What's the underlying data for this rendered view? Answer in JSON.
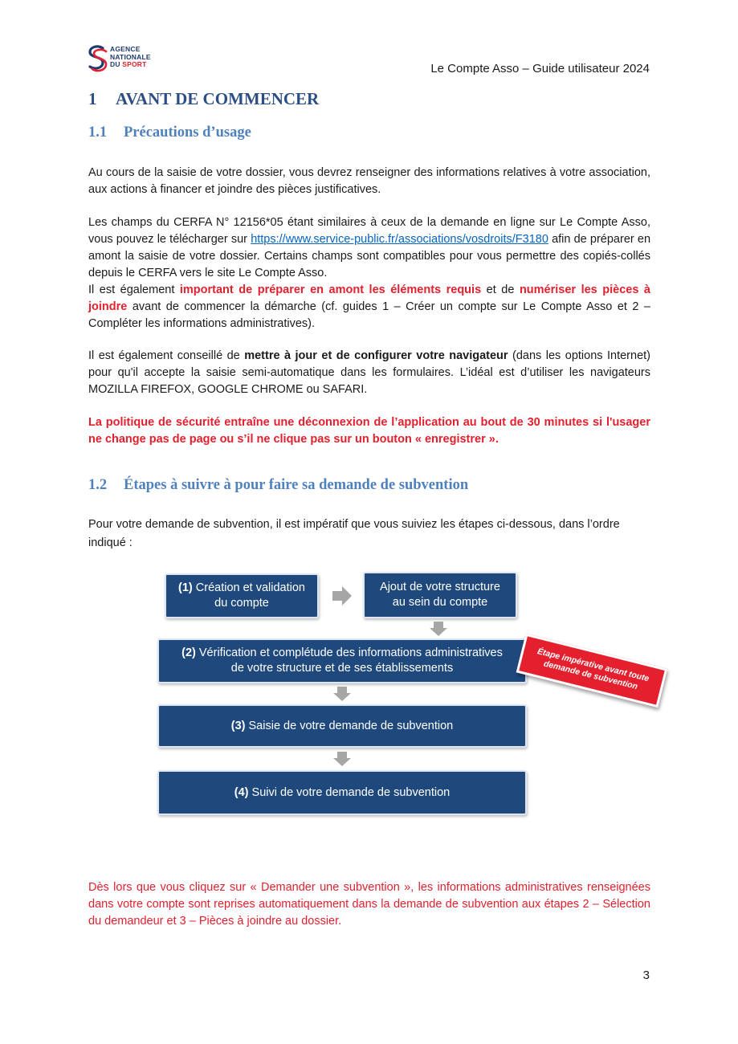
{
  "header": {
    "logo": {
      "line1": "AGENCE",
      "line2": "NATIONALE",
      "line3_a": "DU ",
      "line3_b": "SPORT",
      "colors": {
        "blue": "#1f3a6e",
        "red": "#e4202e"
      }
    },
    "title": "Le Compte Asso – Guide utilisateur 2024"
  },
  "section1": {
    "number": "1",
    "title": "AVANT DE COMMENCER"
  },
  "section1_1": {
    "number": "1.1",
    "title": "Précautions d’usage",
    "p1": "Au cours de la saisie de votre dossier, vous devrez renseigner des informations relatives à votre association, aux actions à financer et joindre des pièces justificatives.",
    "p2_a": "Les champs du CERFA N° 12156*05 étant similaires à ceux de la demande en ligne sur Le Compte Asso, vous pouvez le télécharger sur ",
    "p2_link": "https://www.service-public.fr/associations/vosdroits/F3180",
    "p2_b": " afin de préparer en amont la saisie de votre dossier. Certains champs sont compatibles pour vous permettre des copiés-collés depuis le CERFA vers le site Le Compte Asso.",
    "p3_a": "Il est également ",
    "p3_red1": "important de préparer en amont les éléments requis",
    "p3_b": " et de ",
    "p3_red2": "numériser les pièces à joindre",
    "p3_c": " avant de commencer la démarche (cf. guides 1 – Créer un compte sur Le Compte Asso et 2 – Compléter les informations administratives).",
    "p4_a": "Il est également conseillé de ",
    "p4_bold": "mettre à jour et de configurer votre navigateur",
    "p4_b": " (dans les options Internet) pour qu'il accepte la saisie semi-automatique dans les formulaires. L’idéal est d’utiliser les navigateurs MOZILLA FIREFOX, GOOGLE CHROME ou SAFARI.",
    "warning": "La politique de sécurité entraîne une déconnexion de l’application au bout de 30 minutes si l'usager ne change pas de page ou s’il ne clique pas sur un bouton « enregistrer »."
  },
  "section1_2": {
    "number": "1.2",
    "title": "Étapes à suivre à pour faire sa demande de subvention",
    "intro": "Pour votre demande de subvention, il est impératif que vous suiviez les étapes ci-dessous, dans l’ordre indiqué :"
  },
  "flow": {
    "step1_num": "(1)",
    "step1_line1": " Création et validation",
    "step1_line2": "du compte",
    "step1b_line1": "Ajout de votre structure",
    "step1b_line2": "au sein du compte",
    "step2_num": "(2)",
    "step2_line1": " Vérification et complétude des informations administratives",
    "step2_line2": "de votre structure et de ses établissements",
    "step3_num": "(3)",
    "step3_text": " Saisie de votre demande de subvention",
    "step4_num": "(4)",
    "step4_text": " Suivi de votre demande de subvention",
    "badge_line1": "Étape impérative avant toute",
    "badge_line2": "demande de subvention",
    "colors": {
      "box": "#1f497d",
      "arrow": "#a6a6a6",
      "badge": "#e4202e"
    }
  },
  "footer_note": "Dès lors que vous cliquez sur « Demander une subvention », les informations administratives renseignées dans votre compte sont reprises automatiquement dans la demande de subvention aux étapes 2 – Sélection du demandeur et 3 – Pièces à joindre au dossier.",
  "page_number": "3"
}
